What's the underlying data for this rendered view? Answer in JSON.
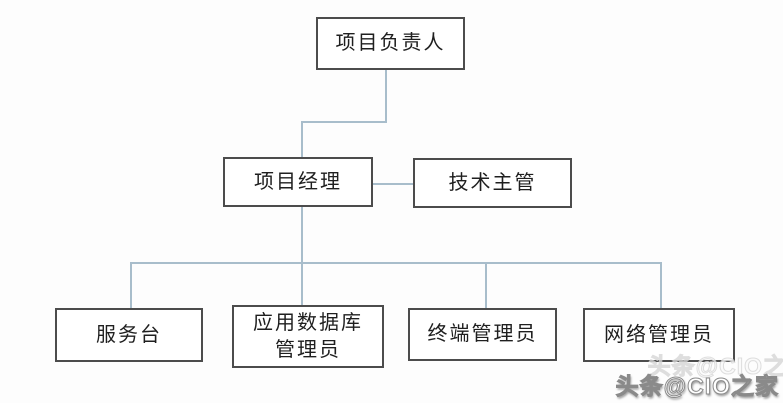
{
  "diagram": {
    "type": "org-chart",
    "nodes": [
      {
        "id": "project-leader",
        "label": "项目负责人"
      },
      {
        "id": "project-manager",
        "label": "项目经理"
      },
      {
        "id": "tech-supervisor",
        "label": "技术主管"
      },
      {
        "id": "service-desk",
        "label": "服务台"
      },
      {
        "id": "app-db-admin",
        "label": "应用数据库\n管理员"
      },
      {
        "id": "terminal-admin",
        "label": "终端管理员"
      },
      {
        "id": "network-admin",
        "label": "网络管理员"
      }
    ],
    "edges": [
      {
        "from": "项目负责人",
        "to": "项目经理",
        "style": "elbow"
      },
      {
        "from": "项目经理",
        "to": "技术主管",
        "style": "lateral"
      },
      {
        "from": "项目经理",
        "to": "服务台",
        "style": "tree"
      },
      {
        "from": "项目经理",
        "to": "应用数据库管理员",
        "style": "tree"
      },
      {
        "from": "项目经理",
        "to": "终端管理员",
        "style": "tree"
      },
      {
        "from": "项目经理",
        "to": "网络管理员",
        "style": "tree"
      }
    ],
    "colors": {
      "background": "#fdfdfd",
      "box_border": "#4c4c4c",
      "box_fill": "#ffffff",
      "text": "#1f1f1f",
      "connector": "#a8bdcb",
      "watermark_fill": "#ffffff",
      "watermark_outline": "#8a8a8a"
    }
  },
  "watermark": {
    "text": "头条@CIO之家"
  }
}
